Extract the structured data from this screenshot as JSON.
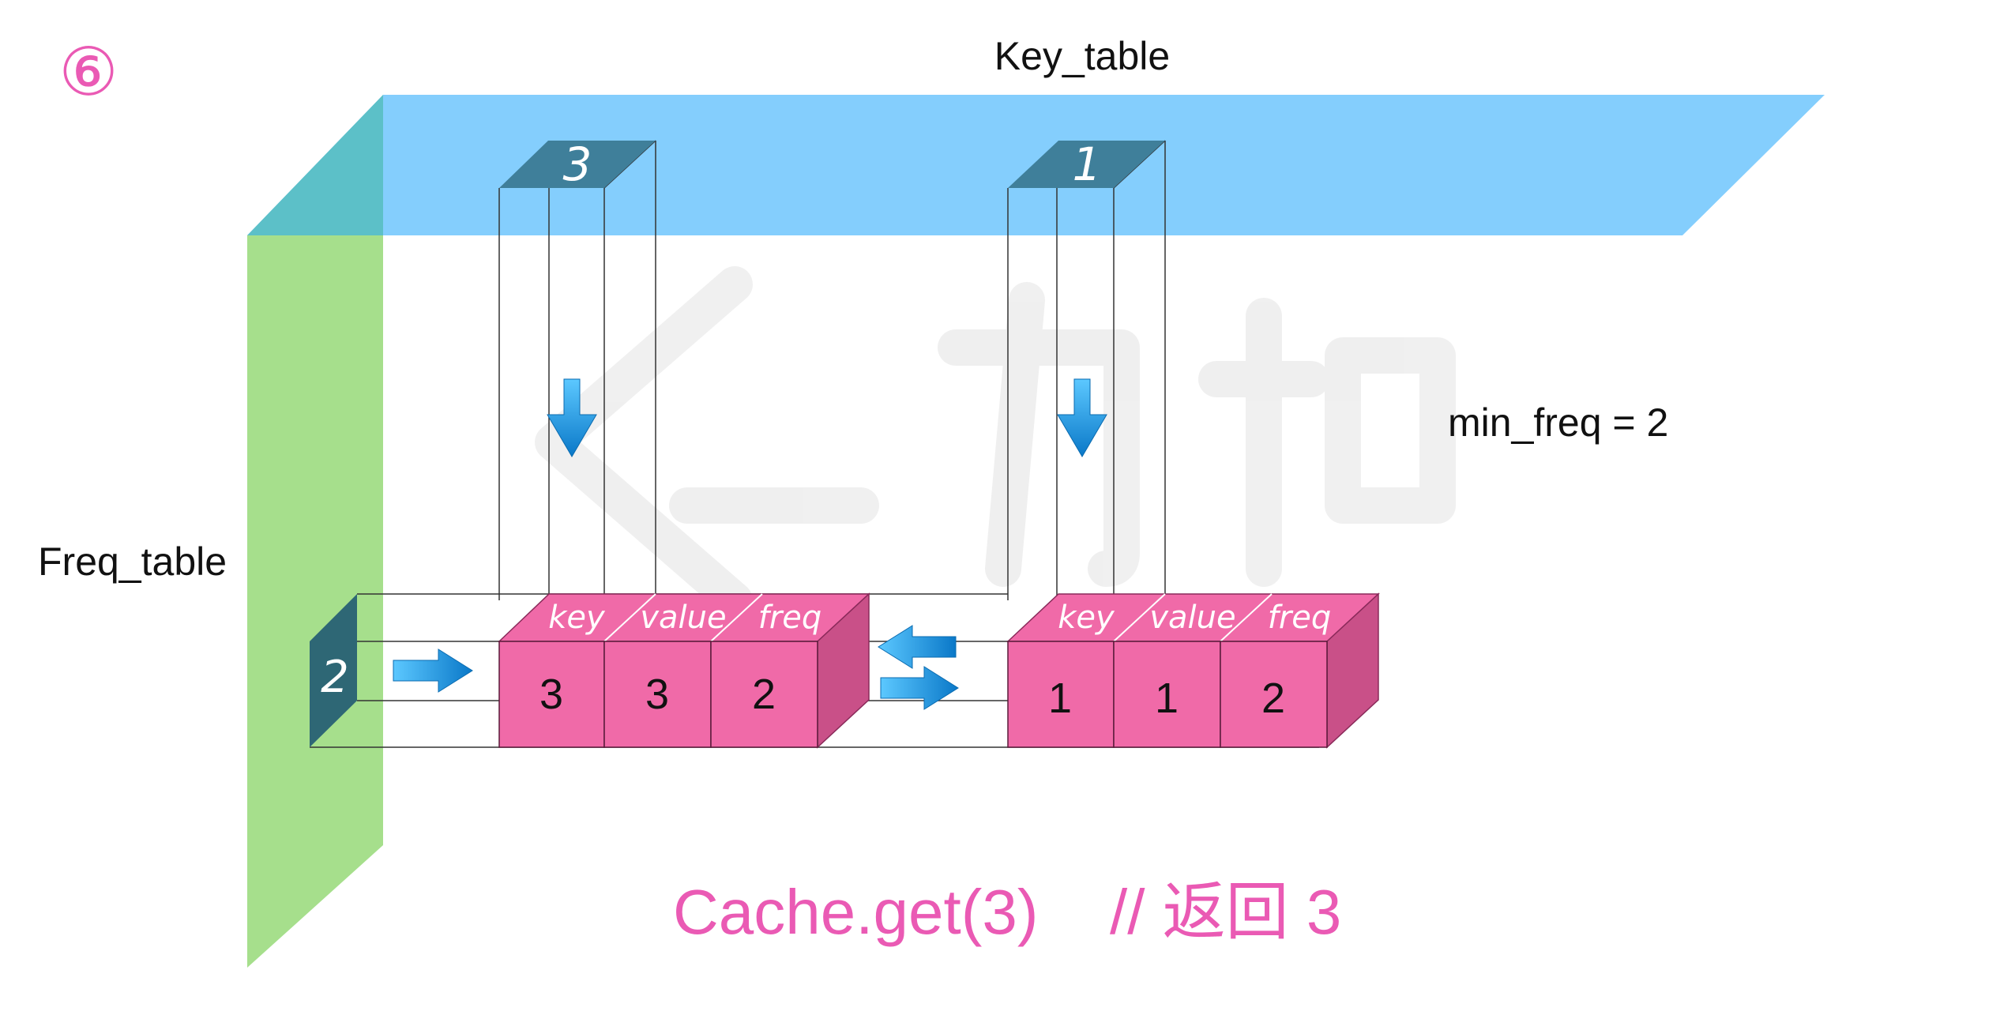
{
  "step_marker": "⑥",
  "key_table_label": "Key_table",
  "freq_table_label": "Freq_table",
  "min_freq_text": "min_freq = 2",
  "freq_entry": "2",
  "key_table_entries": [
    "3",
    "1"
  ],
  "node_headers": [
    "key",
    "value",
    "freq"
  ],
  "nodes": [
    {
      "key": "3",
      "value": "3",
      "freq": "2"
    },
    {
      "key": "1",
      "value": "1",
      "freq": "2"
    }
  ],
  "caption": {
    "call": "Cache.get(3)",
    "comment": "// 返回 3"
  },
  "watermark": "LeetCode 力扣",
  "colors": {
    "key_table": "#84cefd",
    "freq_table": "#a6df8c",
    "node": "#f06aa8",
    "node_side": "#c95088",
    "tile": "#3f7f9a",
    "arrow": "#1a9ae0",
    "accent": "#ea5ab4"
  }
}
